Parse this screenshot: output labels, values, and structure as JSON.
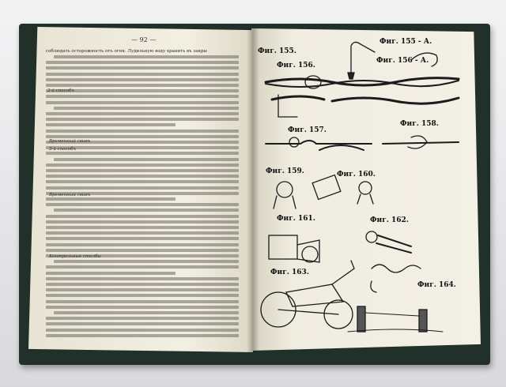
{
  "left_page": {
    "page_number": "— 92 —",
    "phrases": [
      "соблюдать осторожность отъ огня. Лудильную воду хранить въ закры",
      "2-й способъ",
      "Временный свивъ",
      "3-й способъ",
      "Временный свивъ",
      "Контрольные столбы"
    ]
  },
  "right_page": {
    "figures": [
      {
        "label": "Фиг. 155."
      },
      {
        "label": "Фиг. 155 - А."
      },
      {
        "label": "Фиг. 156."
      },
      {
        "label": "Фиг. 156 - А."
      },
      {
        "label": "Фиг. 157."
      },
      {
        "label": "Фиг. 158."
      },
      {
        "label": "Фиг. 159."
      },
      {
        "label": "Фиг. 160."
      },
      {
        "label": "Фиг. 161."
      },
      {
        "label": "Фиг. 162."
      },
      {
        "label": "Фиг. 163."
      },
      {
        "label": "Фиг. 164."
      }
    ]
  },
  "colors": {
    "cover": "#21312a",
    "paper": "#f2efe3",
    "ink": "#111111"
  }
}
